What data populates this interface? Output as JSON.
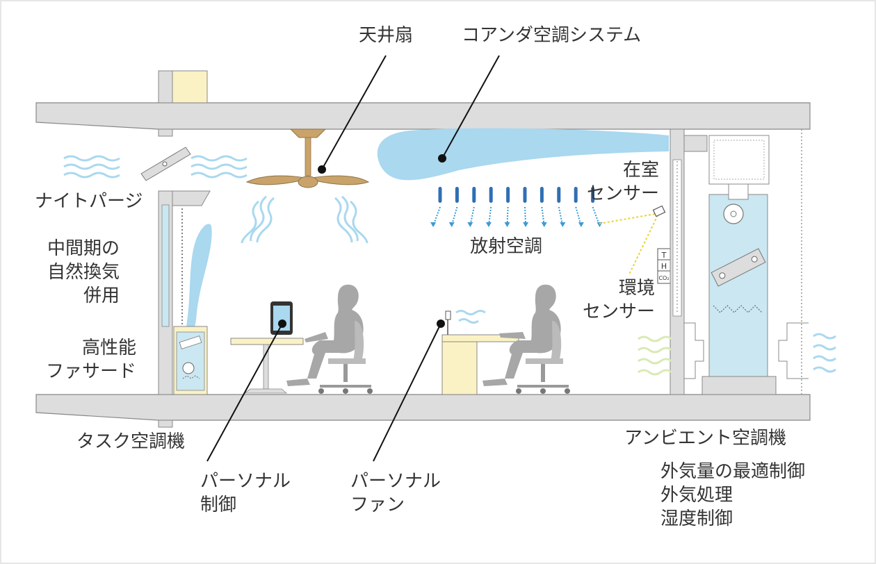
{
  "labels": {
    "ceiling_fan": "天井扇",
    "coanda": "コアンダ空調システム",
    "night_purge": "ナイトパージ",
    "mid_season": [
      "中間期の",
      "自然換気",
      "併用"
    ],
    "facade": [
      "高性能",
      "ファサード"
    ],
    "task_ac": "タスク空調機",
    "personal_control": [
      "パーソナル",
      "制御"
    ],
    "personal_fan": [
      "パーソナル",
      "ファン"
    ],
    "occupancy_sensor": [
      "在室",
      "センサー"
    ],
    "radiant": "放射空調",
    "env_sensor": [
      "環境",
      "センサー"
    ],
    "env_sensor_panel": [
      "T",
      "H",
      "CO₂"
    ],
    "ambient_ac": "アンビエント空調機",
    "ambient_features": [
      "外気量の最適制御",
      "外気処理",
      "湿度制御"
    ]
  },
  "colors": {
    "slab": "#dddddd",
    "outline": "#888888",
    "air": "#a9d8ef",
    "arrow": "#3a9bd5",
    "fan": "#c9a36a",
    "person": "#a7a7a7",
    "furniture": "#faf2c4",
    "equipment": "#cbe7f1",
    "green_air": "#d8eab5",
    "sensor_line": "#e8d233"
  }
}
